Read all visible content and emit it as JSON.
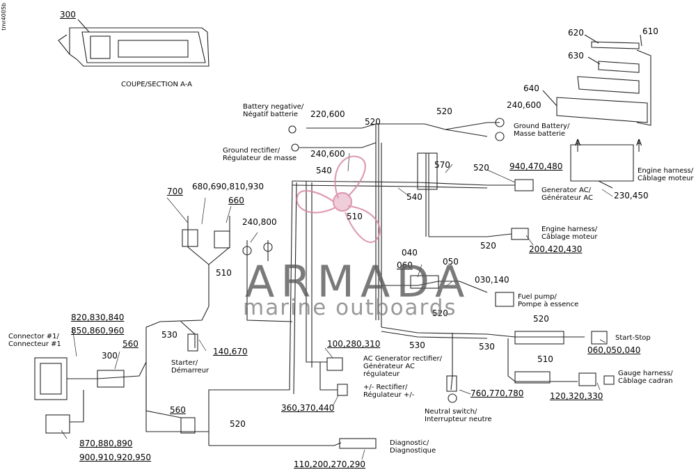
{
  "diagram": {
    "doc_code": "tmr4005b",
    "section_caption": "COUPE/SECTION A-A",
    "watermark": {
      "brand": "ARMADA",
      "tagline": "marine outboards"
    },
    "section_markers": [
      "A",
      "A"
    ],
    "callouts": {
      "c300_top": "300",
      "c620": "620",
      "c610": "610",
      "c630": "630",
      "c640": "640",
      "c220_600": "220,600",
      "c240_600_a": "240,600",
      "c240_600_b": "240,600",
      "c520_a": "520",
      "c520_b": "520",
      "c520_c": "520",
      "c520_d": "520",
      "c520_e": "520",
      "c520_f": "520",
      "c540_a": "540",
      "c540_b": "540",
      "c570": "570",
      "c940": "940,470,480",
      "c230": "230,450",
      "c700": "700",
      "c680": "680,690,810,930",
      "c660": "660",
      "c240_800": "240,800",
      "c510_a": "510",
      "c510_b": "510",
      "c510_c": "510",
      "c200": "200,420,430",
      "c040": "040",
      "c060": "060",
      "c050": "050",
      "c030": "030,140",
      "c520_small": "520",
      "c820": "820,830,840",
      "c850": "850,860,960",
      "c560_a": "560",
      "c560_b": "560",
      "c300_mid": "300",
      "c530_a": "530",
      "c530_b": "530",
      "c530_c": "530",
      "c140": "140,670",
      "c100": "100,280,310",
      "c360": "360,370,440",
      "c760": "760,770,780",
      "c060_050": "060,050,040",
      "c120": "120,320,330",
      "c870": "870,880,890",
      "c900": "900,910,920,950",
      "c110": "110,200,270,290"
    },
    "labels": {
      "battery_neg": [
        "Battery negative/",
        "Négatif batterie"
      ],
      "ground_rect": [
        "Ground rectifier/",
        "Régulateur de masse"
      ],
      "ground_batt": [
        "Ground Battery/",
        "Masse batterie"
      ],
      "engine_harness_a": [
        "Engine harness/",
        "Câblage moteur"
      ],
      "generator": [
        "Generator AC/",
        "Générateur AC"
      ],
      "engine_harness_b": [
        "Engine harness/",
        "Câblage moteur"
      ],
      "fuel_pump": [
        "Fuel pump/",
        "Pompe à essence"
      ],
      "connector": [
        "Connector #1/",
        "Connecteur #1"
      ],
      "starter": [
        "Starter/",
        "Démarreur"
      ],
      "ac_gen": [
        "AC Generator rectifier/",
        "Générateur AC",
        "régulateur"
      ],
      "rectifier": [
        "+/- Rectifier/",
        "Régulateur +/-"
      ],
      "start_stop": [
        "Start-Stop"
      ],
      "gauge": [
        "Gauge harness/",
        "Câblage cadran"
      ],
      "neutral": [
        "Neutral switch/",
        "Interrupteur neutre"
      ],
      "diagnostic": [
        "Diagnostic/",
        "Diagnostique"
      ]
    }
  }
}
